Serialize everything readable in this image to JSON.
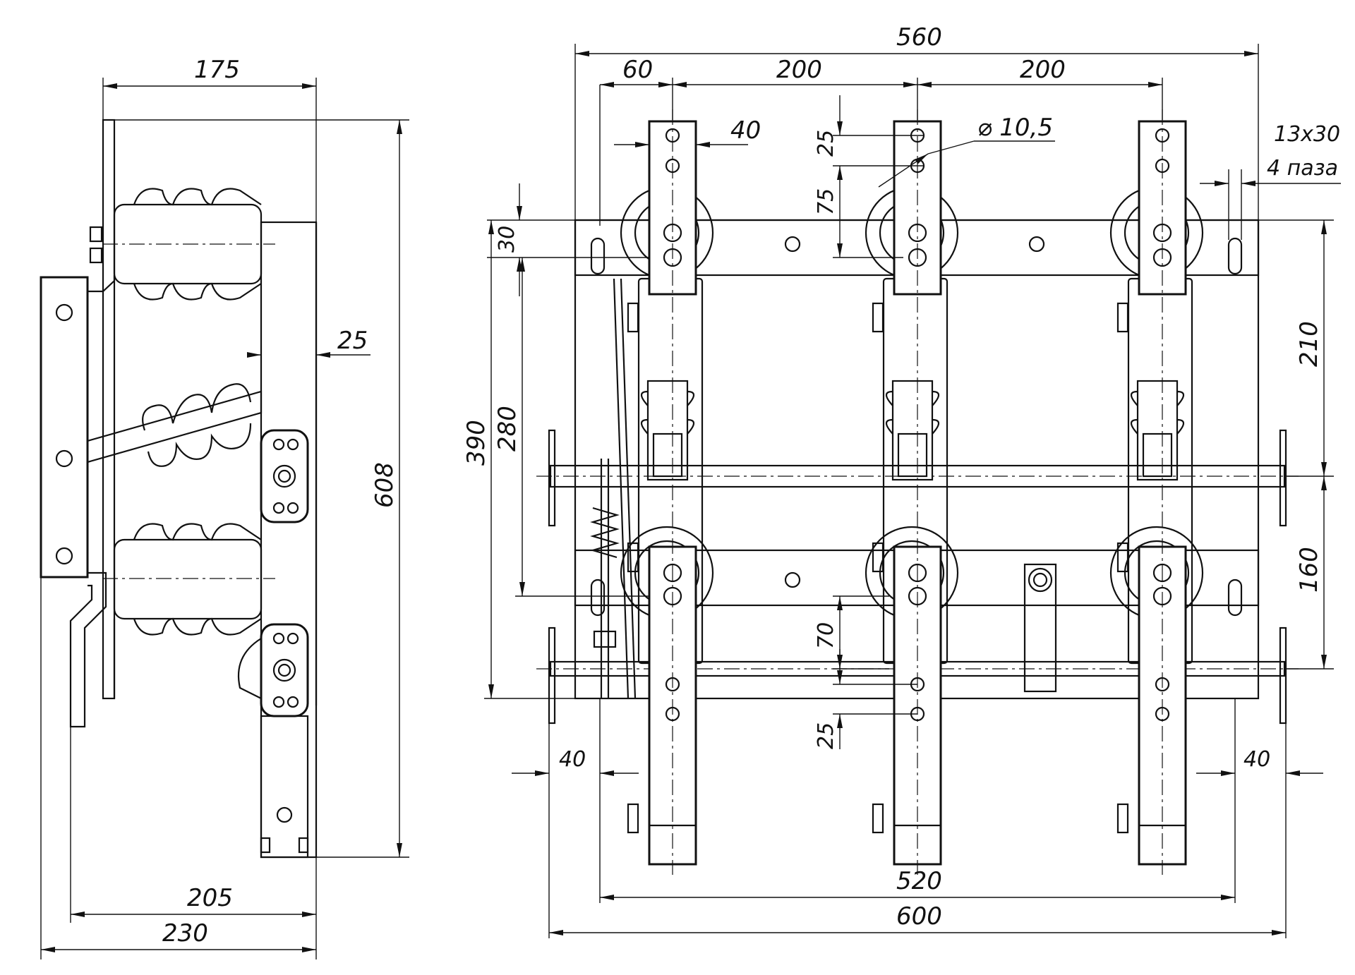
{
  "side_view": {
    "dims": {
      "width_top": "175",
      "offset_25": "25",
      "height_total": "608",
      "width_205": "205",
      "width_230": "230"
    }
  },
  "front_view": {
    "dims": {
      "overall_560": "560",
      "edge_60": "60",
      "pitch_1": "200",
      "pitch_2": "200",
      "bar_width_40": "40",
      "hole_pitch_25_top": "25",
      "hole_offset_75": "75",
      "hole_diameter": "⌀ 10,5",
      "slot_size": "13х30",
      "slot_count": "4 паза",
      "offset_30": "30",
      "height_390": "390",
      "height_280": "280",
      "right_210": "210",
      "right_160": "160",
      "offset_70": "70",
      "hole_pitch_25_bottom": "25",
      "edge_40_left": "40",
      "edge_40_right": "40",
      "base_520": "520",
      "base_600": "600"
    }
  }
}
